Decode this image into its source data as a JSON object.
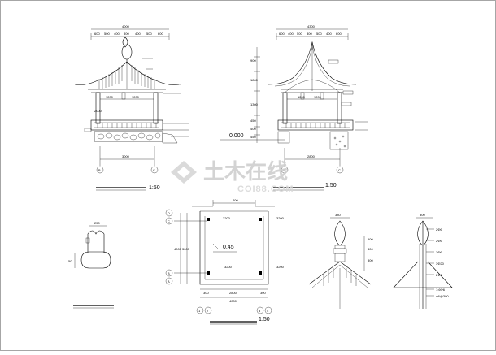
{
  "drawing": {
    "frame_color": "#000000",
    "scale_label": "1:50",
    "elevation_front": {
      "top_total": "4000",
      "top_dims": [
        "600",
        "500",
        "400",
        "800",
        "400",
        "500",
        "600"
      ],
      "inner_dims": [
        "1200",
        "1200"
      ],
      "base_dim": "3000",
      "axis_left": "B",
      "axis_right": "C",
      "side_dim": "2000"
    },
    "elevation_side": {
      "top_total": "4300",
      "top_dims": [
        "600",
        "400",
        "500",
        "300",
        "500",
        "400",
        "600"
      ],
      "inner_dims": [
        "1200",
        "1200"
      ],
      "base_dim": "2800",
      "level": "0.000",
      "axis_left": "B",
      "axis_right": "C",
      "left_dims": [
        "900",
        "1800",
        "1300",
        "450",
        "400",
        "450"
      ]
    },
    "detail_post": {
      "top_dim": "250",
      "side_dim": "50"
    },
    "plan": {
      "axes_left": [
        "D",
        "C",
        "B",
        "A"
      ],
      "axes_bottom": [
        "1",
        "2",
        "3",
        "4"
      ],
      "label_200": "200",
      "col_dim": "3200",
      "col_dim2": "3200",
      "center_level": "0.45",
      "bottom_dims": [
        "300",
        "2800",
        "300"
      ],
      "bottom_total": "4000",
      "left_total": "4000",
      "left_sub": "3000"
    },
    "finial_front": {
      "top_dim": "380",
      "side_dims": [
        "500",
        "400",
        "300"
      ]
    },
    "finial_section": {
      "top_dim": "300",
      "notes": [
        "2Φ6",
        "2Φ6",
        "2Φ6",
        "3Φ20",
        "2Φ6",
        "1:6Φ6",
        "φ6@300"
      ]
    },
    "watermark": {
      "main": "土木在线",
      "sub": "COI88.COM"
    },
    "icons": [
      "watermark-logo-icon"
    ]
  }
}
